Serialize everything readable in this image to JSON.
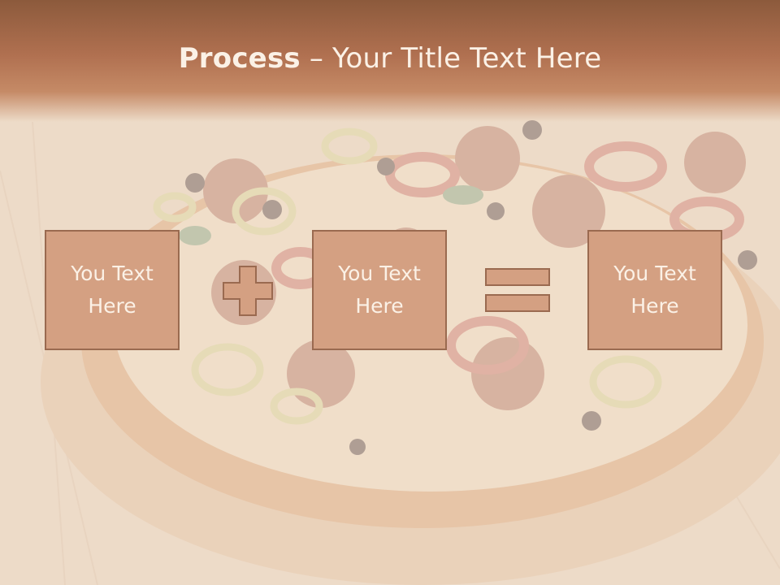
{
  "slide": {
    "title_bold": "Process",
    "title_rest": " – Your Title Text Here"
  },
  "boxes": [
    {
      "text": "You Text Here"
    },
    {
      "text": "You Text Here"
    },
    {
      "text": "You Text Here"
    }
  ],
  "operators": [
    "plus-icon",
    "equals-icon"
  ],
  "colors": {
    "title_band": "#b07050",
    "box_fill": "#d4a082",
    "box_border": "#9a6a50",
    "text": "#fbf1e6"
  }
}
